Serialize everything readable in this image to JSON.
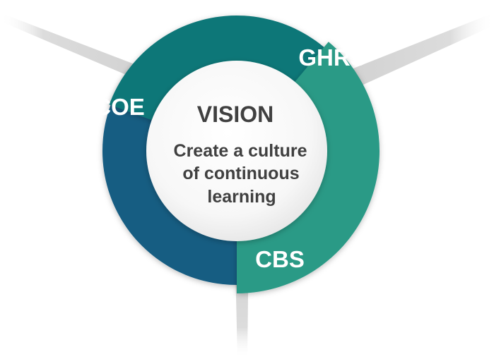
{
  "diagram": {
    "center": {
      "title": "VISION",
      "lines": [
        "Create a culture",
        "of continuous",
        "learning"
      ]
    },
    "segments": [
      {
        "id": "ghrs",
        "label": "GHRS",
        "color": "#0e7778"
      },
      {
        "id": "coe",
        "label": "COE",
        "color": "#155d82"
      },
      {
        "id": "cbs",
        "label": "CBS",
        "color": "#2b9a86"
      }
    ],
    "text_color": "#404040",
    "divider_color": "#e6e6e6"
  }
}
